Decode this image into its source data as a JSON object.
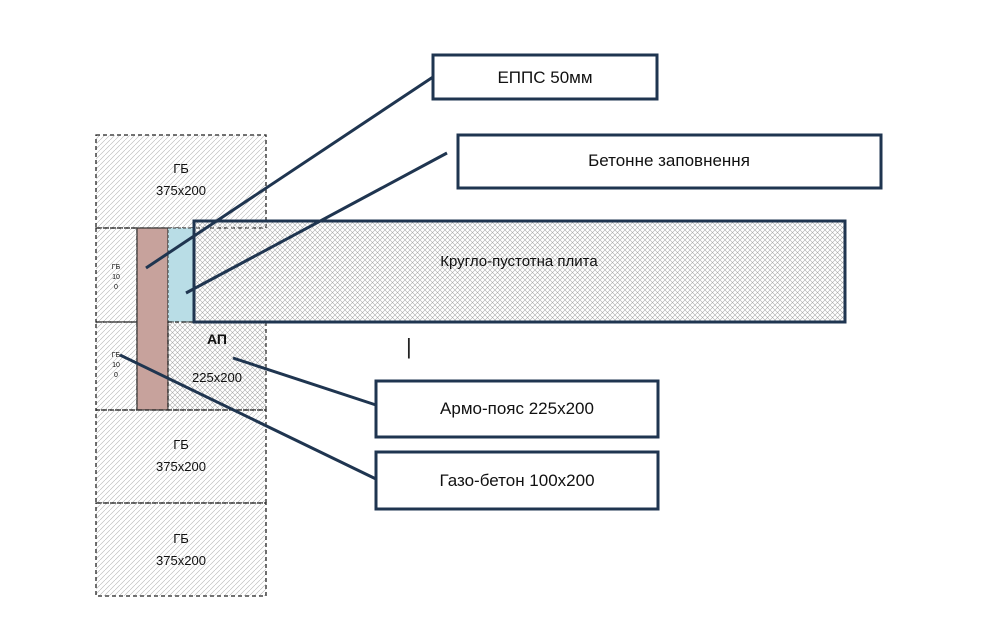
{
  "colors": {
    "outline": "#1f3550",
    "eps": "#c7a29c",
    "concrete_fill": "#b9dde6",
    "hatch": "#b5b5b5",
    "text": "#111111"
  },
  "blocks": {
    "gb_top": {
      "name": "ГБ",
      "size": "375x200"
    },
    "gb_small_upper": {
      "line1": "ГБ",
      "line2": "10",
      "line3": "0"
    },
    "gb_small_lower": {
      "line1": "ГБ",
      "line2": "10",
      "line3": "0"
    },
    "ap": {
      "name": "АП",
      "size": "225x200"
    },
    "gb_mid": {
      "name": "ГБ",
      "size": "375x200"
    },
    "gb_bottom": {
      "name": "ГБ",
      "size": "375x200"
    },
    "slab": {
      "label": "Кругло-пустотна  плита"
    }
  },
  "callouts": {
    "eps": "ЕППС 50мм",
    "concrete": "Бетонне заповнення",
    "armo": "Армо-пояс 225x200",
    "gas": "Газо-бетон 100x200"
  },
  "cursor_glyph": "|"
}
